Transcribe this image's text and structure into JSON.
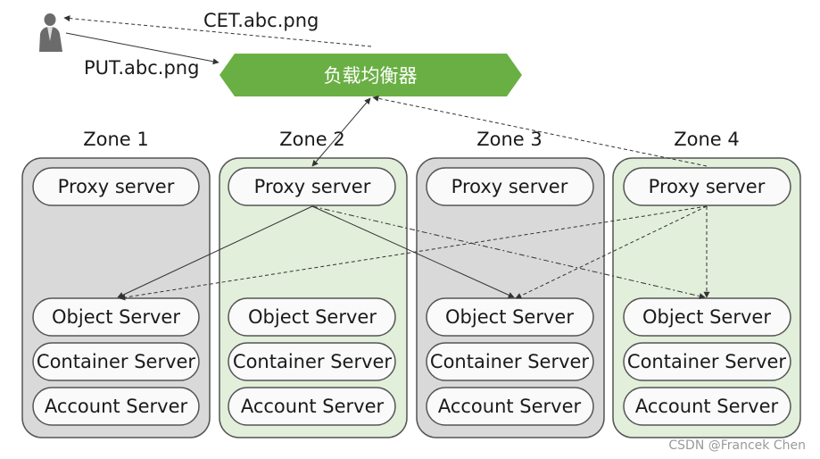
{
  "user": {
    "icon": "user-icon"
  },
  "requests": {
    "get_label": "CET.abc.png",
    "put_label": "PUT.abc.png"
  },
  "load_balancer": {
    "label": "负载均衡器",
    "color": "#6aaf44"
  },
  "colors": {
    "zone_gray": "#d9d9d9",
    "zone_green": "#e2efda",
    "node_fill": "#fafafa",
    "outline": "#555555"
  },
  "zones": [
    {
      "title": "Zone 1",
      "theme": "gray",
      "proxy": "Proxy server",
      "object": "Object Server",
      "container": "Container Server",
      "account": "Account Server"
    },
    {
      "title": "Zone 2",
      "theme": "green",
      "proxy": "Proxy server",
      "object": "Object Server",
      "container": "Container Server",
      "account": "Account Server"
    },
    {
      "title": "Zone 3",
      "theme": "gray",
      "proxy": "Proxy server",
      "object": "Object Server",
      "container": "Container Server",
      "account": "Account Server"
    },
    {
      "title": "Zone 4",
      "theme": "green",
      "proxy": "Proxy server",
      "object": "Object Server",
      "container": "Container Server",
      "account": "Account Server"
    }
  ],
  "watermark": "CSDN @Francek Chen"
}
